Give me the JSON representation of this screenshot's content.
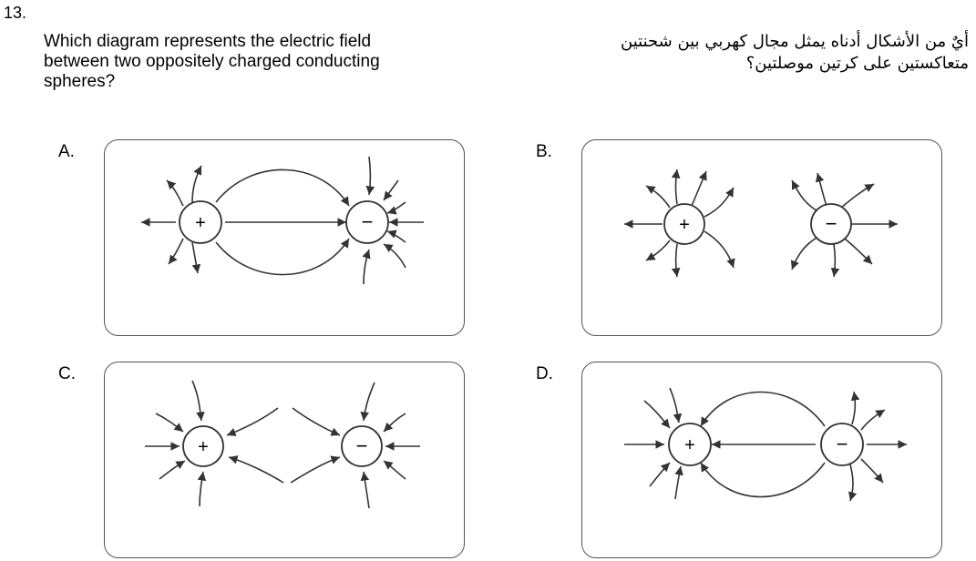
{
  "question": {
    "number": "13.",
    "english_lines": [
      "Which diagram represents the electric field",
      "between two oppositely charged conducting",
      "spheres?"
    ],
    "arabic_lines": [
      "أيٌ من الأشكال أدناه يمثل مجال كهربي بين شحنتين",
      "متعاكستين على كرتين موصلتين؟"
    ]
  },
  "options": [
    {
      "label": "A.",
      "left_sign": "+",
      "right_sign": "−"
    },
    {
      "label": "B.",
      "left_sign": "+",
      "right_sign": "−"
    },
    {
      "label": "C.",
      "left_sign": "+",
      "right_sign": "−"
    },
    {
      "label": "D.",
      "left_sign": "+",
      "right_sign": "−"
    }
  ],
  "colors": {
    "line": "#333333",
    "border": "#555555"
  }
}
